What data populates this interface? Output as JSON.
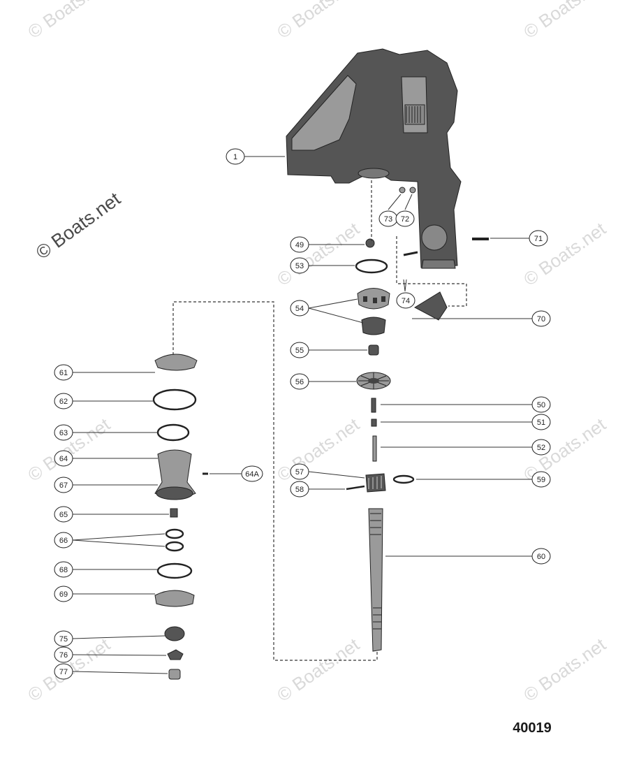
{
  "watermarks": {
    "small": "© Boats.net",
    "large": "© Boats.net"
  },
  "drawing_number": "40019",
  "callouts": {
    "c1": "1",
    "c49": "49",
    "c50": "50",
    "c51": "51",
    "c52": "52",
    "c53": "53",
    "c54": "54",
    "c55": "55",
    "c56": "56",
    "c57": "57",
    "c58": "58",
    "c59": "59",
    "c60": "60",
    "c61": "61",
    "c62": "62",
    "c63": "63",
    "c64": "64",
    "c64a": "64A",
    "c65": "65",
    "c66": "66",
    "c67": "67",
    "c68": "68",
    "c69": "69",
    "c70": "70",
    "c71": "71",
    "c72": "72",
    "c73": "73",
    "c74": "74",
    "c75": "75",
    "c76": "76",
    "c77": "77"
  }
}
